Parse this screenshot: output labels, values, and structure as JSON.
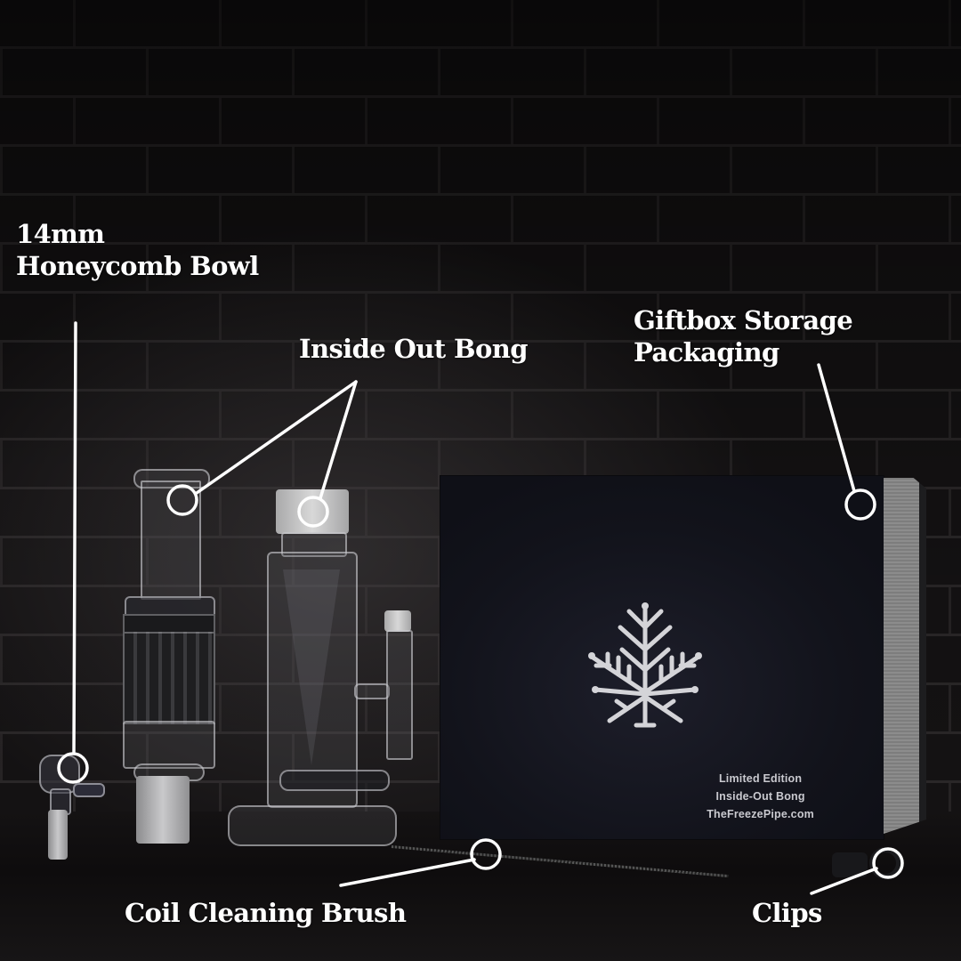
{
  "scene": {
    "description": "Product photo of bong kit on dark brick background with callout labels",
    "background_color": "#0e0c0d",
    "label_color": "#ffffff"
  },
  "labels": {
    "bowl": {
      "line1": "14mm",
      "line2": "Honeycomb Bowl"
    },
    "bong": {
      "text": "Inside Out Bong"
    },
    "giftbox": {
      "line1": "Giftbox Storage",
      "line2": "Packaging"
    },
    "brush": {
      "text": "Coil Cleaning Brush"
    },
    "clips": {
      "text": "Clips"
    }
  },
  "box": {
    "line1": "Limited Edition",
    "line2": "Inside-Out Bong",
    "line3": "TheFreezePipe.com",
    "logo_icon": "snowflake-leaf-icon",
    "color": "#13141c",
    "print_color": "#c9c9cf"
  }
}
